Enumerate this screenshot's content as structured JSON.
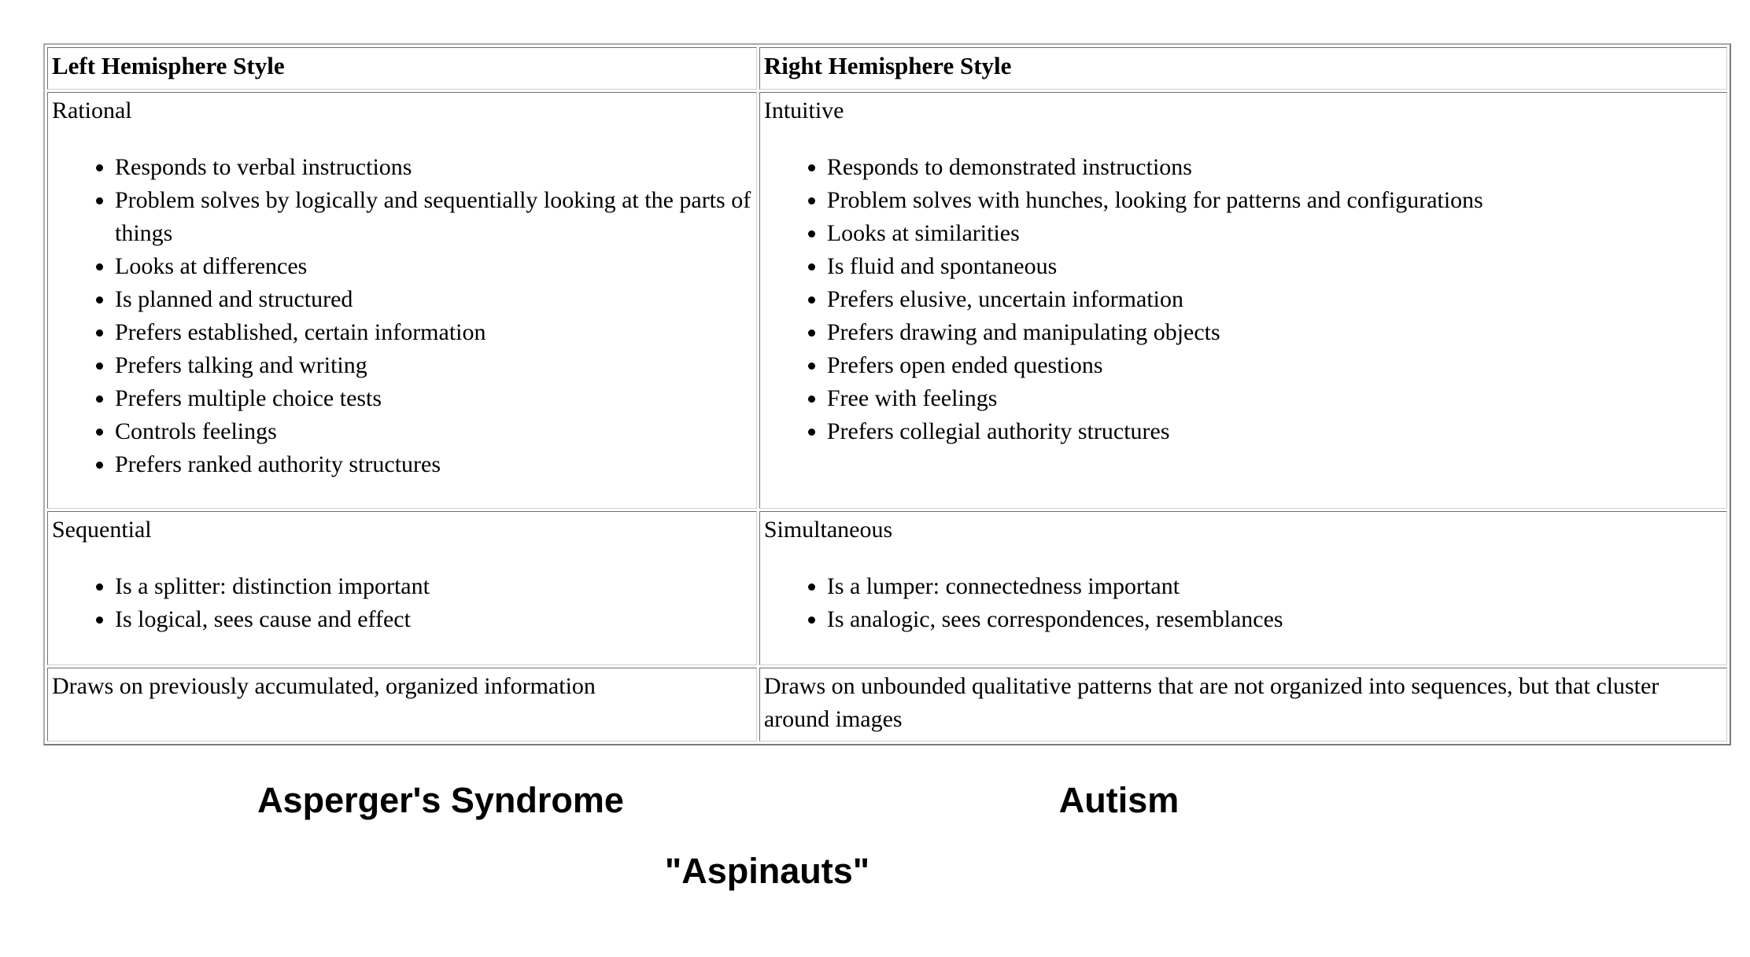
{
  "table": {
    "headers": [
      {
        "label": "Left Hemisphere Style"
      },
      {
        "label": "Right Hemisphere Style"
      }
    ],
    "rows": [
      {
        "left": {
          "title": "Rational",
          "items": [
            "Responds to verbal instructions",
            "Problem solves by logically and sequentially looking at the parts of things",
            "Looks at differences",
            "Is planned and structured",
            "Prefers established, certain information",
            "Prefers talking and writing",
            "Prefers multiple choice tests",
            "Controls feelings",
            "Prefers ranked authority structures"
          ]
        },
        "right": {
          "title": "Intuitive",
          "items": [
            "Responds to demonstrated instructions",
            "Problem solves with hunches, looking for patterns and configurations",
            "Looks at similarities",
            "Is fluid and spontaneous",
            "Prefers elusive, uncertain information",
            "Prefers drawing and manipulating objects",
            "Prefers open ended questions",
            "Free with feelings",
            "Prefers collegial authority structures"
          ]
        }
      },
      {
        "left": {
          "title": "Sequential",
          "items": [
            "Is a splitter: distinction important",
            "Is logical, sees cause and effect"
          ]
        },
        "right": {
          "title": "Simultaneous",
          "items": [
            "Is a lumper: connectedness important",
            "Is analogic, sees correspondences, resemblances"
          ]
        }
      },
      {
        "left": {
          "text": "Draws on previously accumulated, organized information"
        },
        "right": {
          "text": "Draws on unbounded qualitative patterns that are not organized into sequences, but that cluster around images"
        }
      }
    ]
  },
  "captions": {
    "left": "Asperger's Syndrome",
    "right": "Autism",
    "center": "\"Aspinauts\""
  }
}
